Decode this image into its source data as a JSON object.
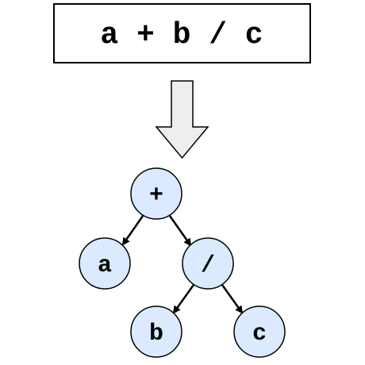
{
  "expression": "a + b / c",
  "tree": {
    "root": "+",
    "left": "a",
    "right": "/",
    "right_left": "b",
    "right_right": "c"
  },
  "colors": {
    "node_fill": "#dbeaff",
    "node_stroke": "#000000",
    "arrow_fill": "#eeeeee",
    "box_stroke": "#000000"
  }
}
